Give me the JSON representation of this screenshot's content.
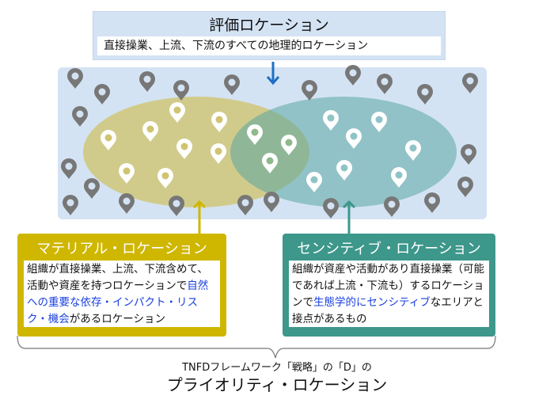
{
  "evaluation": {
    "title": "評価ロケーション",
    "subtitle": "直接操業、上流、下流のすべての地理的ロケーション"
  },
  "material": {
    "title": "マテリアル・ロケーション",
    "text_before": "組織が直接操業、上流、下流含めて、活動や資産を持つロケーションで",
    "text_highlight": "自然への重要な依存・インパクト・リスク・機会",
    "text_after": "があるロケーション"
  },
  "sensitive": {
    "title": "センシティブ・ロケーション",
    "text_before": "組織が資産や活動があり直接操業（可能であれば上流・下流も）するロケーションで",
    "text_highlight": "生態学的にセンシティブ",
    "text_after": "なエリアと接点があるもの"
  },
  "caption": {
    "line1": "TNFDフレームワーク「戦略」の「D」の",
    "line2": "プライオリティ・ロケーション"
  },
  "colors": {
    "material": "#cfb700",
    "sensitive": "#3d978b",
    "arrow": "#1f6fc5",
    "highlight": "#1a3fe0"
  }
}
